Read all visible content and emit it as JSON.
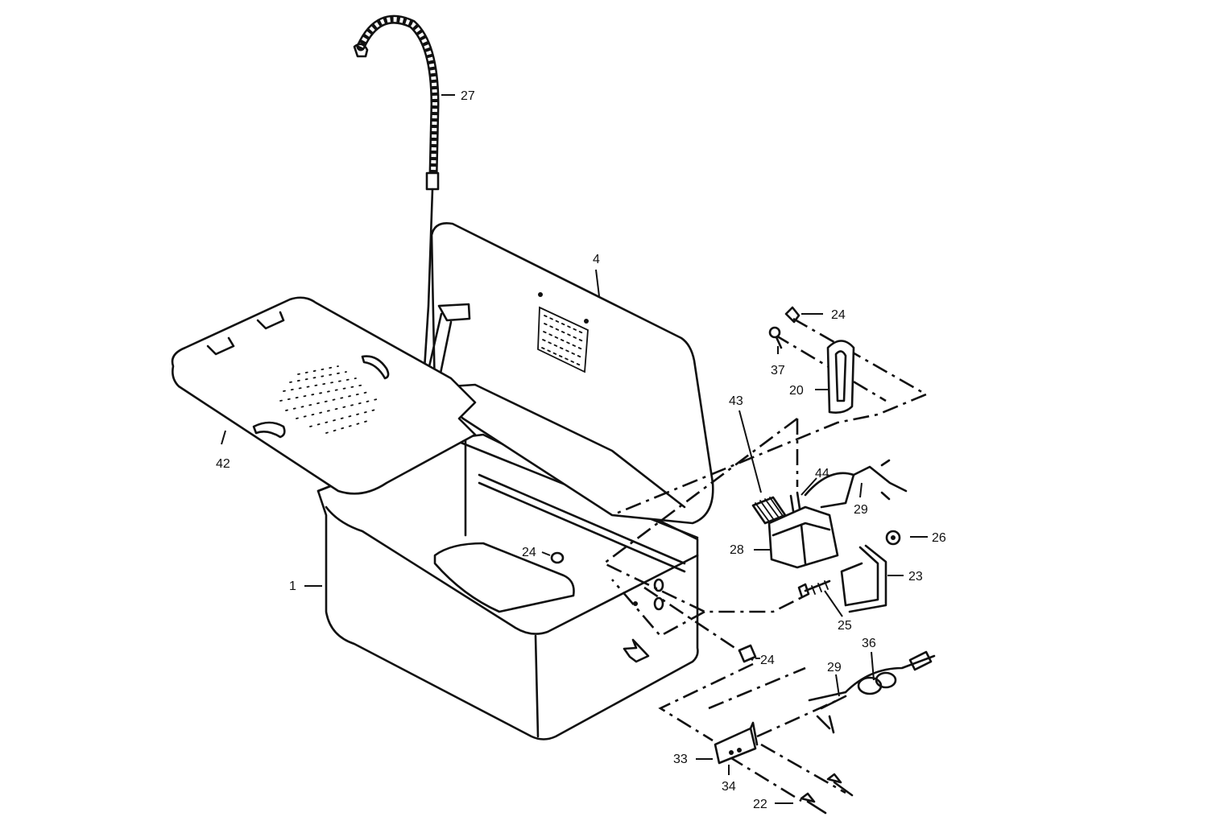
{
  "callouts": {
    "c27": "27",
    "c4": "4",
    "c42": "42",
    "c1": "1",
    "c24a": "24",
    "c37": "37",
    "c20": "20",
    "c43": "43",
    "c44": "44",
    "c29a": "29",
    "c28": "28",
    "c26": "26",
    "c23": "23",
    "c24b": "24",
    "c25": "25",
    "c24c": "24",
    "c36": "36",
    "c29b": "29",
    "c33": "33",
    "c34": "34",
    "c22": "22"
  }
}
